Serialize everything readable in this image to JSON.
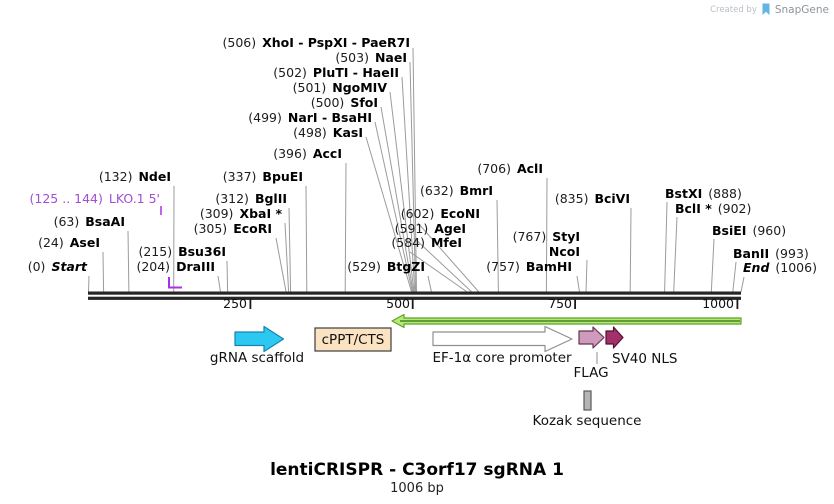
{
  "watermark": {
    "prefix": "Created by",
    "brand": "SnapGene"
  },
  "title": {
    "name": "lentiCRISPR - C3orf17 sgRNA 1",
    "length": "1006 bp"
  },
  "ruler": {
    "ticks": [
      "250",
      "500",
      "750",
      "1000"
    ]
  },
  "sites": [
    {
      "pos": "(506)",
      "name": "XhoI - PspXI - PaeR7I"
    },
    {
      "pos": "(503)",
      "name": "NaeI"
    },
    {
      "pos": "(502)",
      "name": "PluTI - HaeII"
    },
    {
      "pos": "(501)",
      "name": "NgoMIV"
    },
    {
      "pos": "(500)",
      "name": "SfoI"
    },
    {
      "pos": "(499)",
      "name": "NarI - BsaHI"
    },
    {
      "pos": "(498)",
      "name": "KasI"
    },
    {
      "pos": "(396)",
      "name": "AccI"
    },
    {
      "pos": "(132)",
      "name": "NdeI"
    },
    {
      "pos": "(337)",
      "name": "BpuEI"
    },
    {
      "pos": "(312)",
      "name": "BglII"
    },
    {
      "pos": "(309)",
      "name": "XbaI *"
    },
    {
      "pos": "(305)",
      "name": "EcoRI"
    },
    {
      "pos": "(63)",
      "name": "BsaAI"
    },
    {
      "pos": "(24)",
      "name": "AseI"
    },
    {
      "pos": "(0)",
      "name": "Start"
    },
    {
      "pos": "(215)",
      "name": "Bsu36I"
    },
    {
      "pos": "(204)",
      "name": "DraIII"
    },
    {
      "pos": "(529)",
      "name": "BtgZI"
    },
    {
      "pos": "(584)",
      "name": "MfeI"
    },
    {
      "pos": "(591)",
      "name": "AgeI"
    },
    {
      "pos": "(602)",
      "name": "EcoNI"
    },
    {
      "pos": "(632)",
      "name": "BmrI"
    },
    {
      "pos": "(706)",
      "name": "AclI"
    },
    {
      "pos": "(757)",
      "name": "BamHI"
    },
    {
      "pos": "(767)",
      "name": "StyI"
    },
    {
      "pos": "",
      "name": "NcoI"
    },
    {
      "pos": "(835)",
      "name": "BciVI"
    },
    {
      "pos": "(888)",
      "name": "BstXI"
    },
    {
      "pos": "(902)",
      "name": "BclI *"
    },
    {
      "pos": "(960)",
      "name": "BsiEI"
    },
    {
      "pos": "(993)",
      "name": "BanII"
    },
    {
      "pos": "(1006)",
      "name": "End"
    }
  ],
  "primer": {
    "pos": "(125 .. 144)",
    "name": "LKO.1 5'",
    "color": "#a24fd3"
  },
  "features": [
    {
      "label": "gRNA scaffold",
      "color": "#2dc8f2"
    },
    {
      "label": "cPPT/CTS",
      "color": "#fbe2c1"
    },
    {
      "label": "EF-1α core promoter",
      "color": "#ffffff"
    },
    {
      "label": "FLAG",
      "color": "#cf9bbb"
    },
    {
      "label": "SV40 NLS",
      "color": "#a13168"
    },
    {
      "label": "Kozak sequence",
      "color": "#b5b5b5"
    }
  ]
}
